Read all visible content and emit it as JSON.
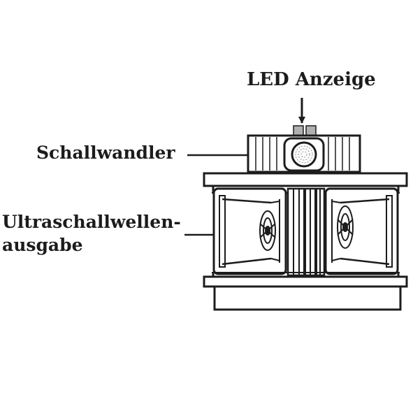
{
  "labels": {
    "led_display": "LED Anzeige",
    "transducer": "Schallwandler",
    "ultrasonic_output_line1": "Ultraschallwellen-",
    "ultrasonic_output_line2": "ausgabe"
  },
  "colors": {
    "ink": "#1c1c1c",
    "background": "#ffffff",
    "led_fill": "#b0b0b0"
  }
}
